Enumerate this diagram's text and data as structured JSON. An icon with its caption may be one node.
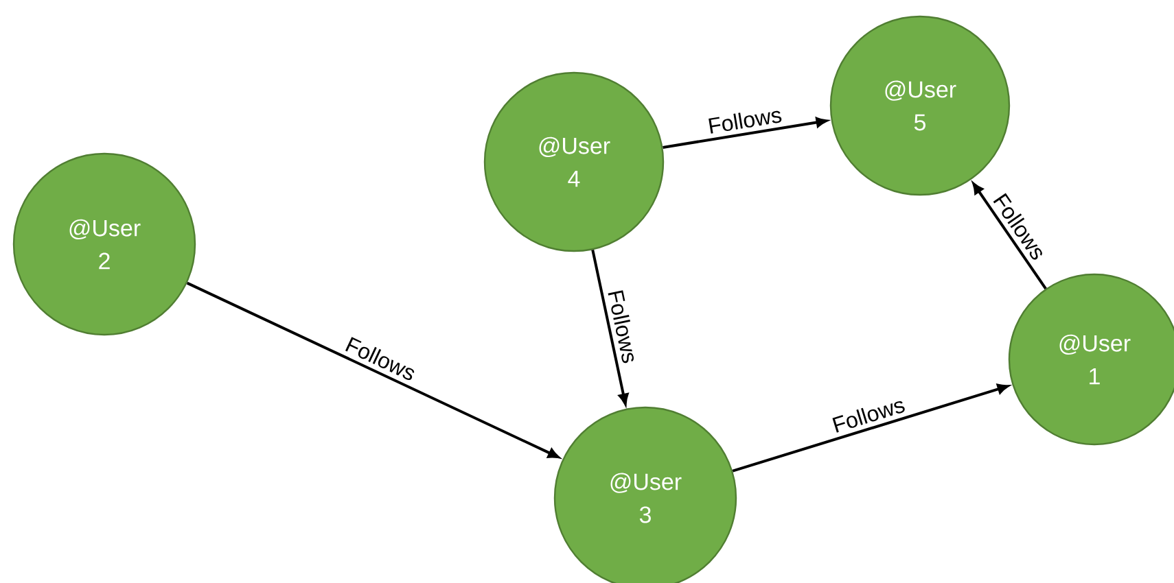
{
  "diagram": {
    "nodes": [
      {
        "text": [
          "@User 1"
        ]
      },
      {
        "text": [
          "@User 2"
        ]
      },
      {
        "text": [
          "@User 3"
        ]
      },
      {
        "text": [
          "@User 4"
        ]
      },
      {
        "text": [
          "@User 5"
        ]
      }
    ],
    "edges": [
      {
        "from": 1,
        "to": 2,
        "arrow": "to",
        "label": "Follows"
      },
      {
        "from": 3,
        "to": 4,
        "arrow": "to",
        "label": "Follows"
      },
      {
        "from": 3,
        "to": 2,
        "arrow": "to",
        "label": "Follows"
      },
      {
        "from": 2,
        "to": 0,
        "arrow": "to",
        "label": "Follows"
      },
      {
        "from": 0,
        "to": 4,
        "arrow": "to",
        "label": "Follows"
      }
    ]
  }
}
